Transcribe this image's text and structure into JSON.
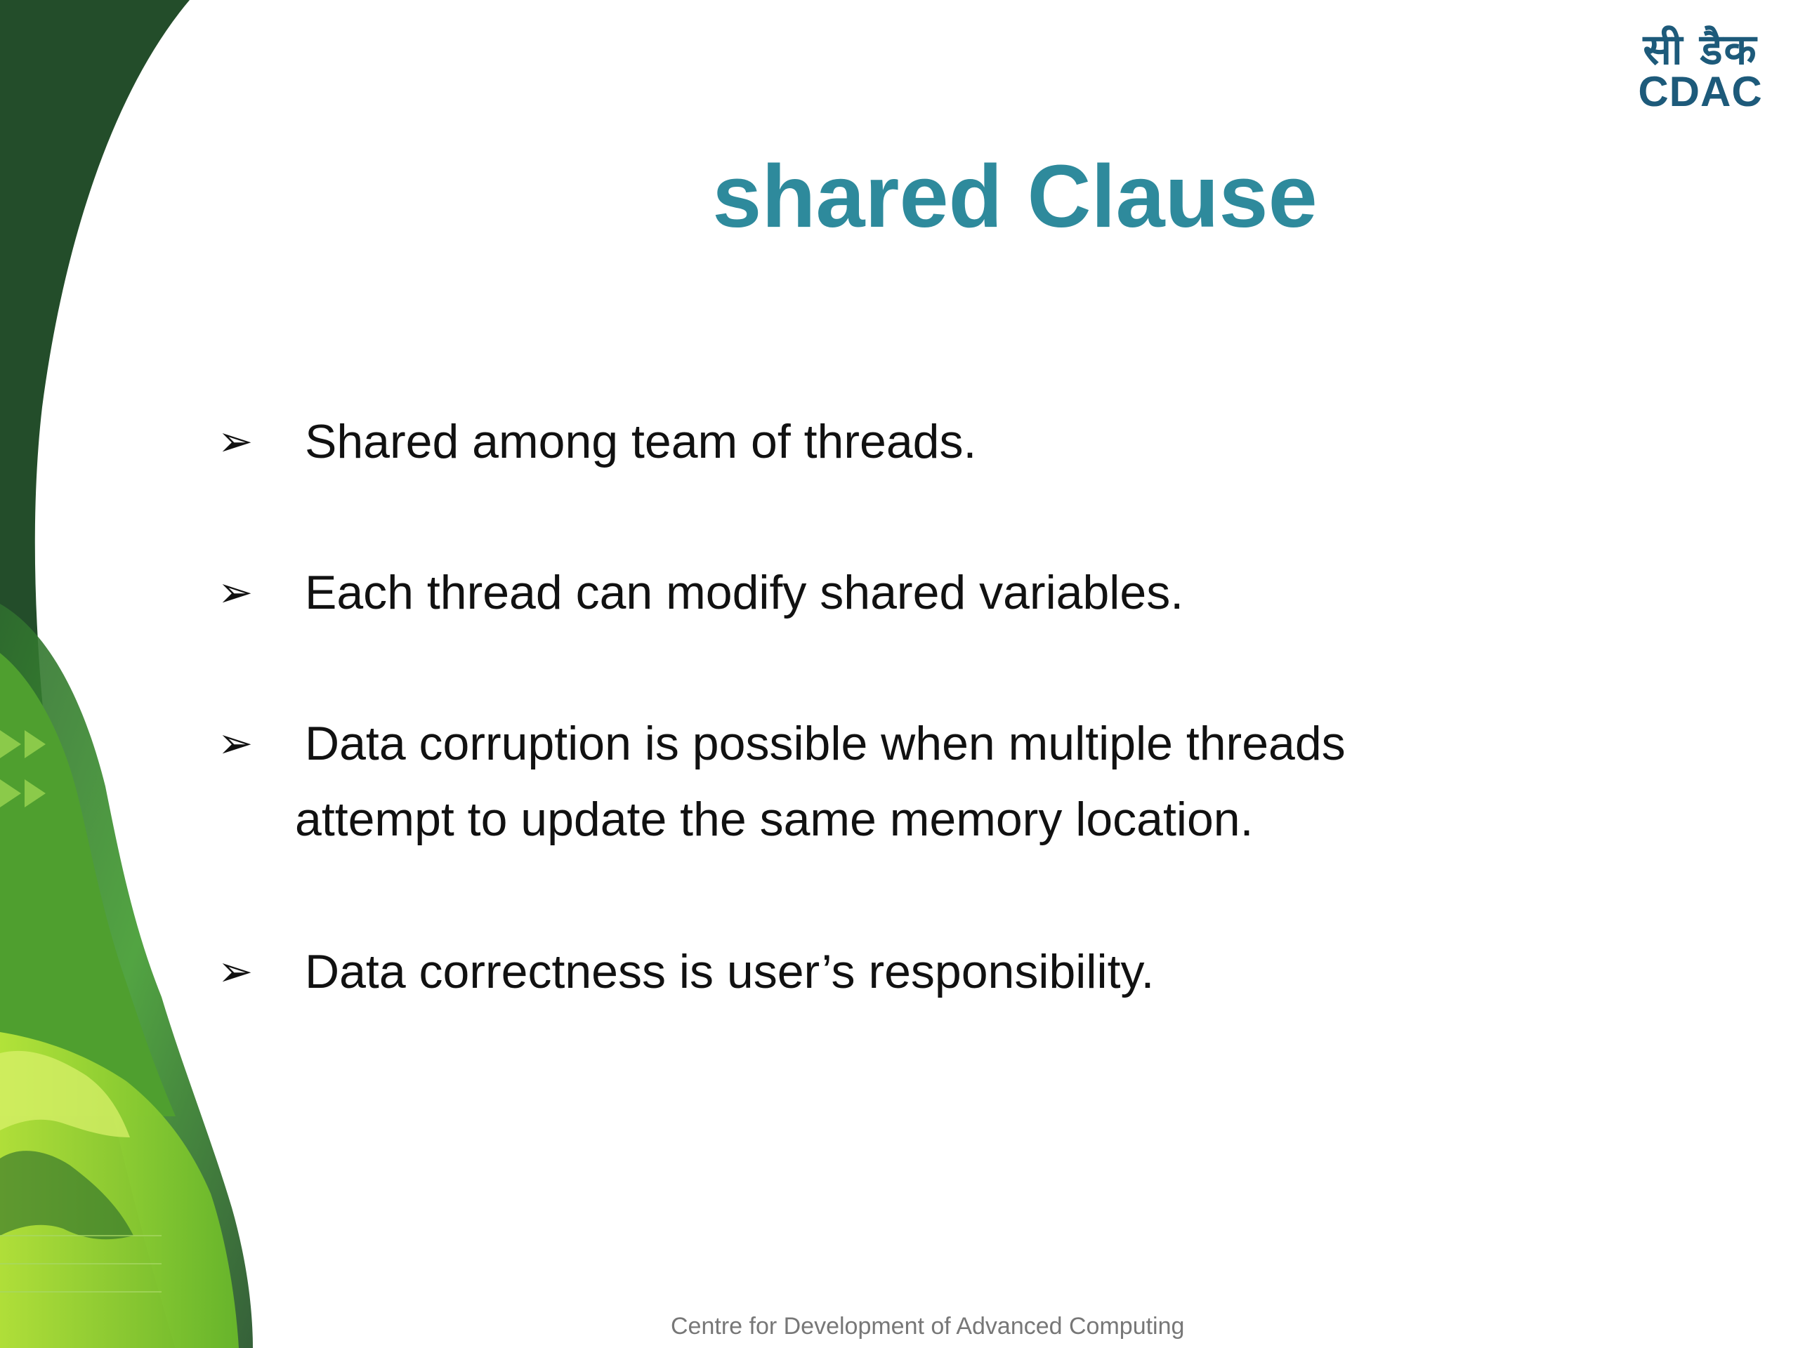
{
  "logo": {
    "hindi": "सी डैक",
    "english": "CDAC"
  },
  "slide": {
    "title": "shared Clause",
    "bullet_symbol": "➢",
    "bullets": [
      "Shared among team of threads.",
      "Each thread can modify shared variables.",
      "Data corruption is possible when multiple threads",
      "Data correctness is user’s responsibility."
    ],
    "bullet3_continuation": "attempt to update the same memory location."
  },
  "footer": "Centre for Development of Advanced Computing",
  "colors": {
    "title": "#2e8a9c",
    "logo": "#1d5a7a",
    "dark_green": "#234d2a",
    "lime_green": "#8ccf2a"
  }
}
